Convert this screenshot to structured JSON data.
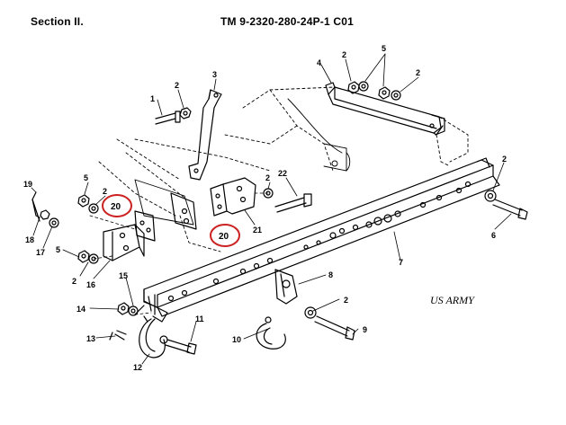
{
  "header": {
    "section": "Section II.",
    "manual": "TM 9-2320-280-24P-1  C01"
  },
  "credit": "US ARMY",
  "callouts": {
    "c1": "1",
    "c2a": "2",
    "c3": "3",
    "c4": "4",
    "c2b": "2",
    "c5a": "5",
    "c2c": "2",
    "c5b": "5",
    "c2d": "2",
    "c20a": "20",
    "c19": "19",
    "c18": "18",
    "c17": "17",
    "c22": "22",
    "c21": "21",
    "c20b": "20",
    "c5c": "5",
    "c2e": "2",
    "c16": "16",
    "c2f": "2",
    "c6": "6",
    "c7": "7",
    "c8": "8",
    "c2g": "2",
    "c9": "9",
    "c15": "15",
    "c14": "14",
    "c13": "13",
    "c11": "11",
    "c10": "10",
    "c12": "12"
  },
  "highlight_color": "#cc2222"
}
